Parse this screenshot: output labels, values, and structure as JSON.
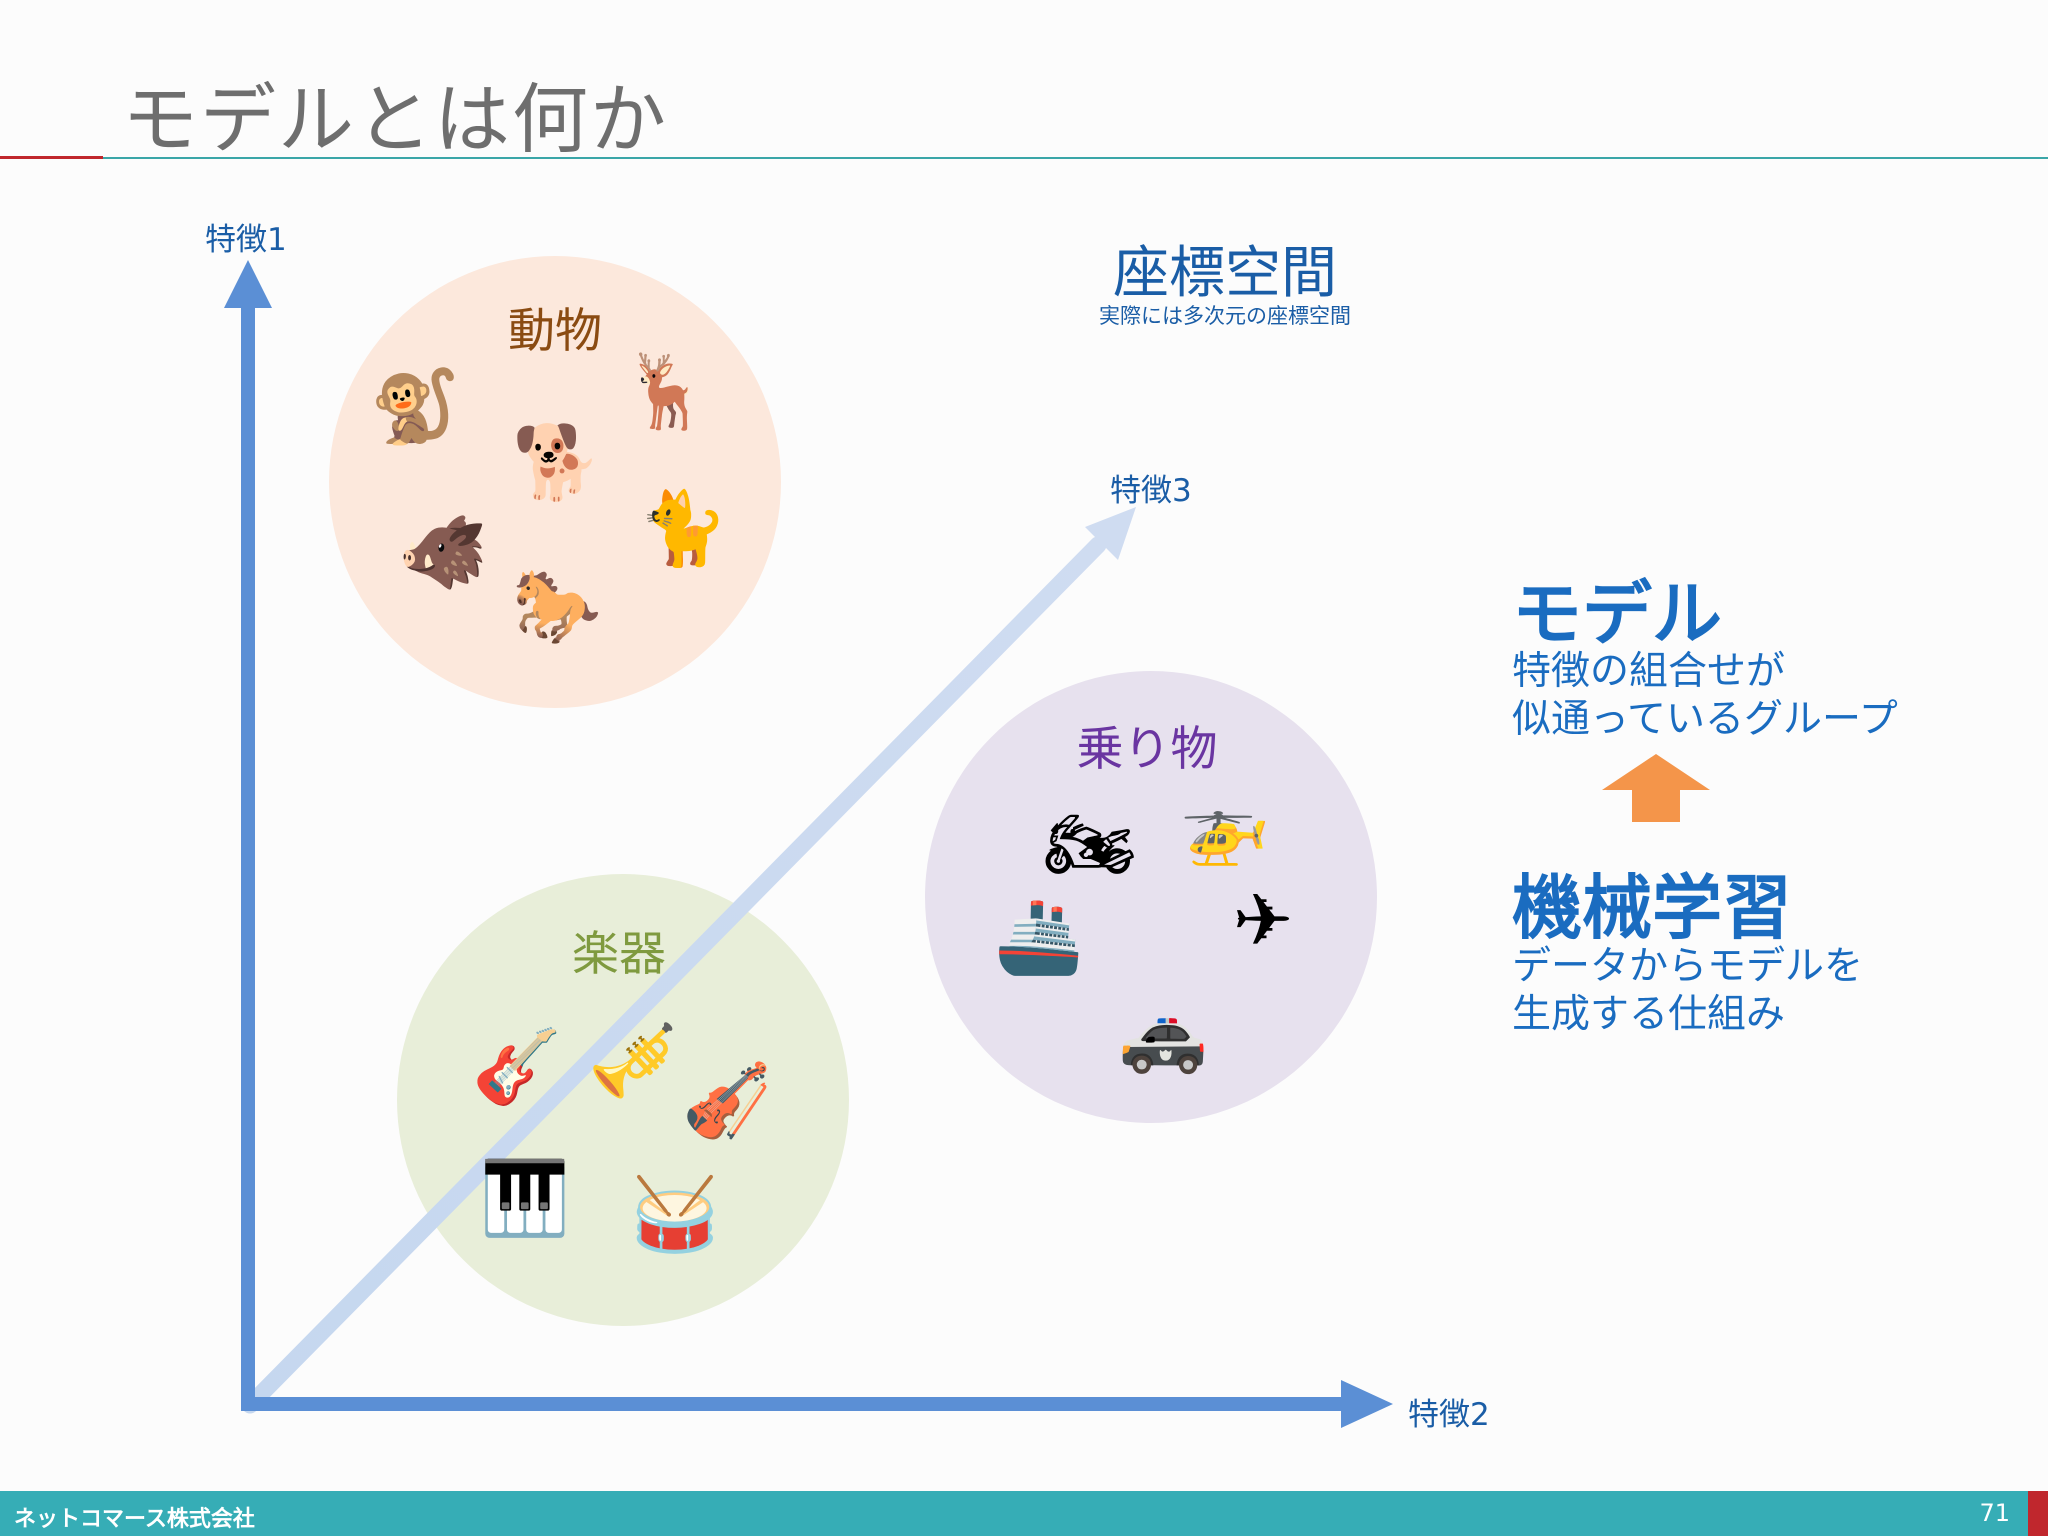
{
  "slide": {
    "title": "モデルとは何か",
    "page_number": "71",
    "company": "ネットコマース株式会社"
  },
  "diagram": {
    "axes": {
      "x_label": "特徴2",
      "y_label": "特徴1",
      "z_label": "特徴3"
    },
    "space_title": "座標空間",
    "space_subtitle": "実際には多次元の座標空間",
    "groups": [
      {
        "name": "動物",
        "icons": [
          "mandrill-icon",
          "shiba-dog-icon",
          "deer-icon",
          "boar-icon",
          "cat-icon",
          "horse-icon"
        ]
      },
      {
        "name": "乗り物",
        "icons": [
          "motorcycle-icon",
          "helicopter-icon",
          "ship-icon",
          "airplane-icon",
          "police-car-icon"
        ]
      },
      {
        "name": "楽器",
        "icons": [
          "guitar-icon",
          "trumpet-icon",
          "contrabass-icon",
          "grand-piano-icon",
          "drum-kit-icon"
        ]
      }
    ]
  },
  "explanation": {
    "model_heading": "モデル",
    "model_desc_line1": "特徴の組合せが",
    "model_desc_line2": "似通っているグループ",
    "ml_heading": "機械学習",
    "ml_desc_line1": "データからモデルを",
    "ml_desc_line2": "生成する仕組み"
  },
  "colors": {
    "accent_blue": "#1a6cc0",
    "axis_blue": "#5b8fd5",
    "animals_bg": "#fce8dc",
    "vehicles_bg": "#e7e1ee",
    "instruments_bg": "#e8eed9",
    "arrow_orange": "#f4954a",
    "footer_teal": "#36adb6"
  }
}
